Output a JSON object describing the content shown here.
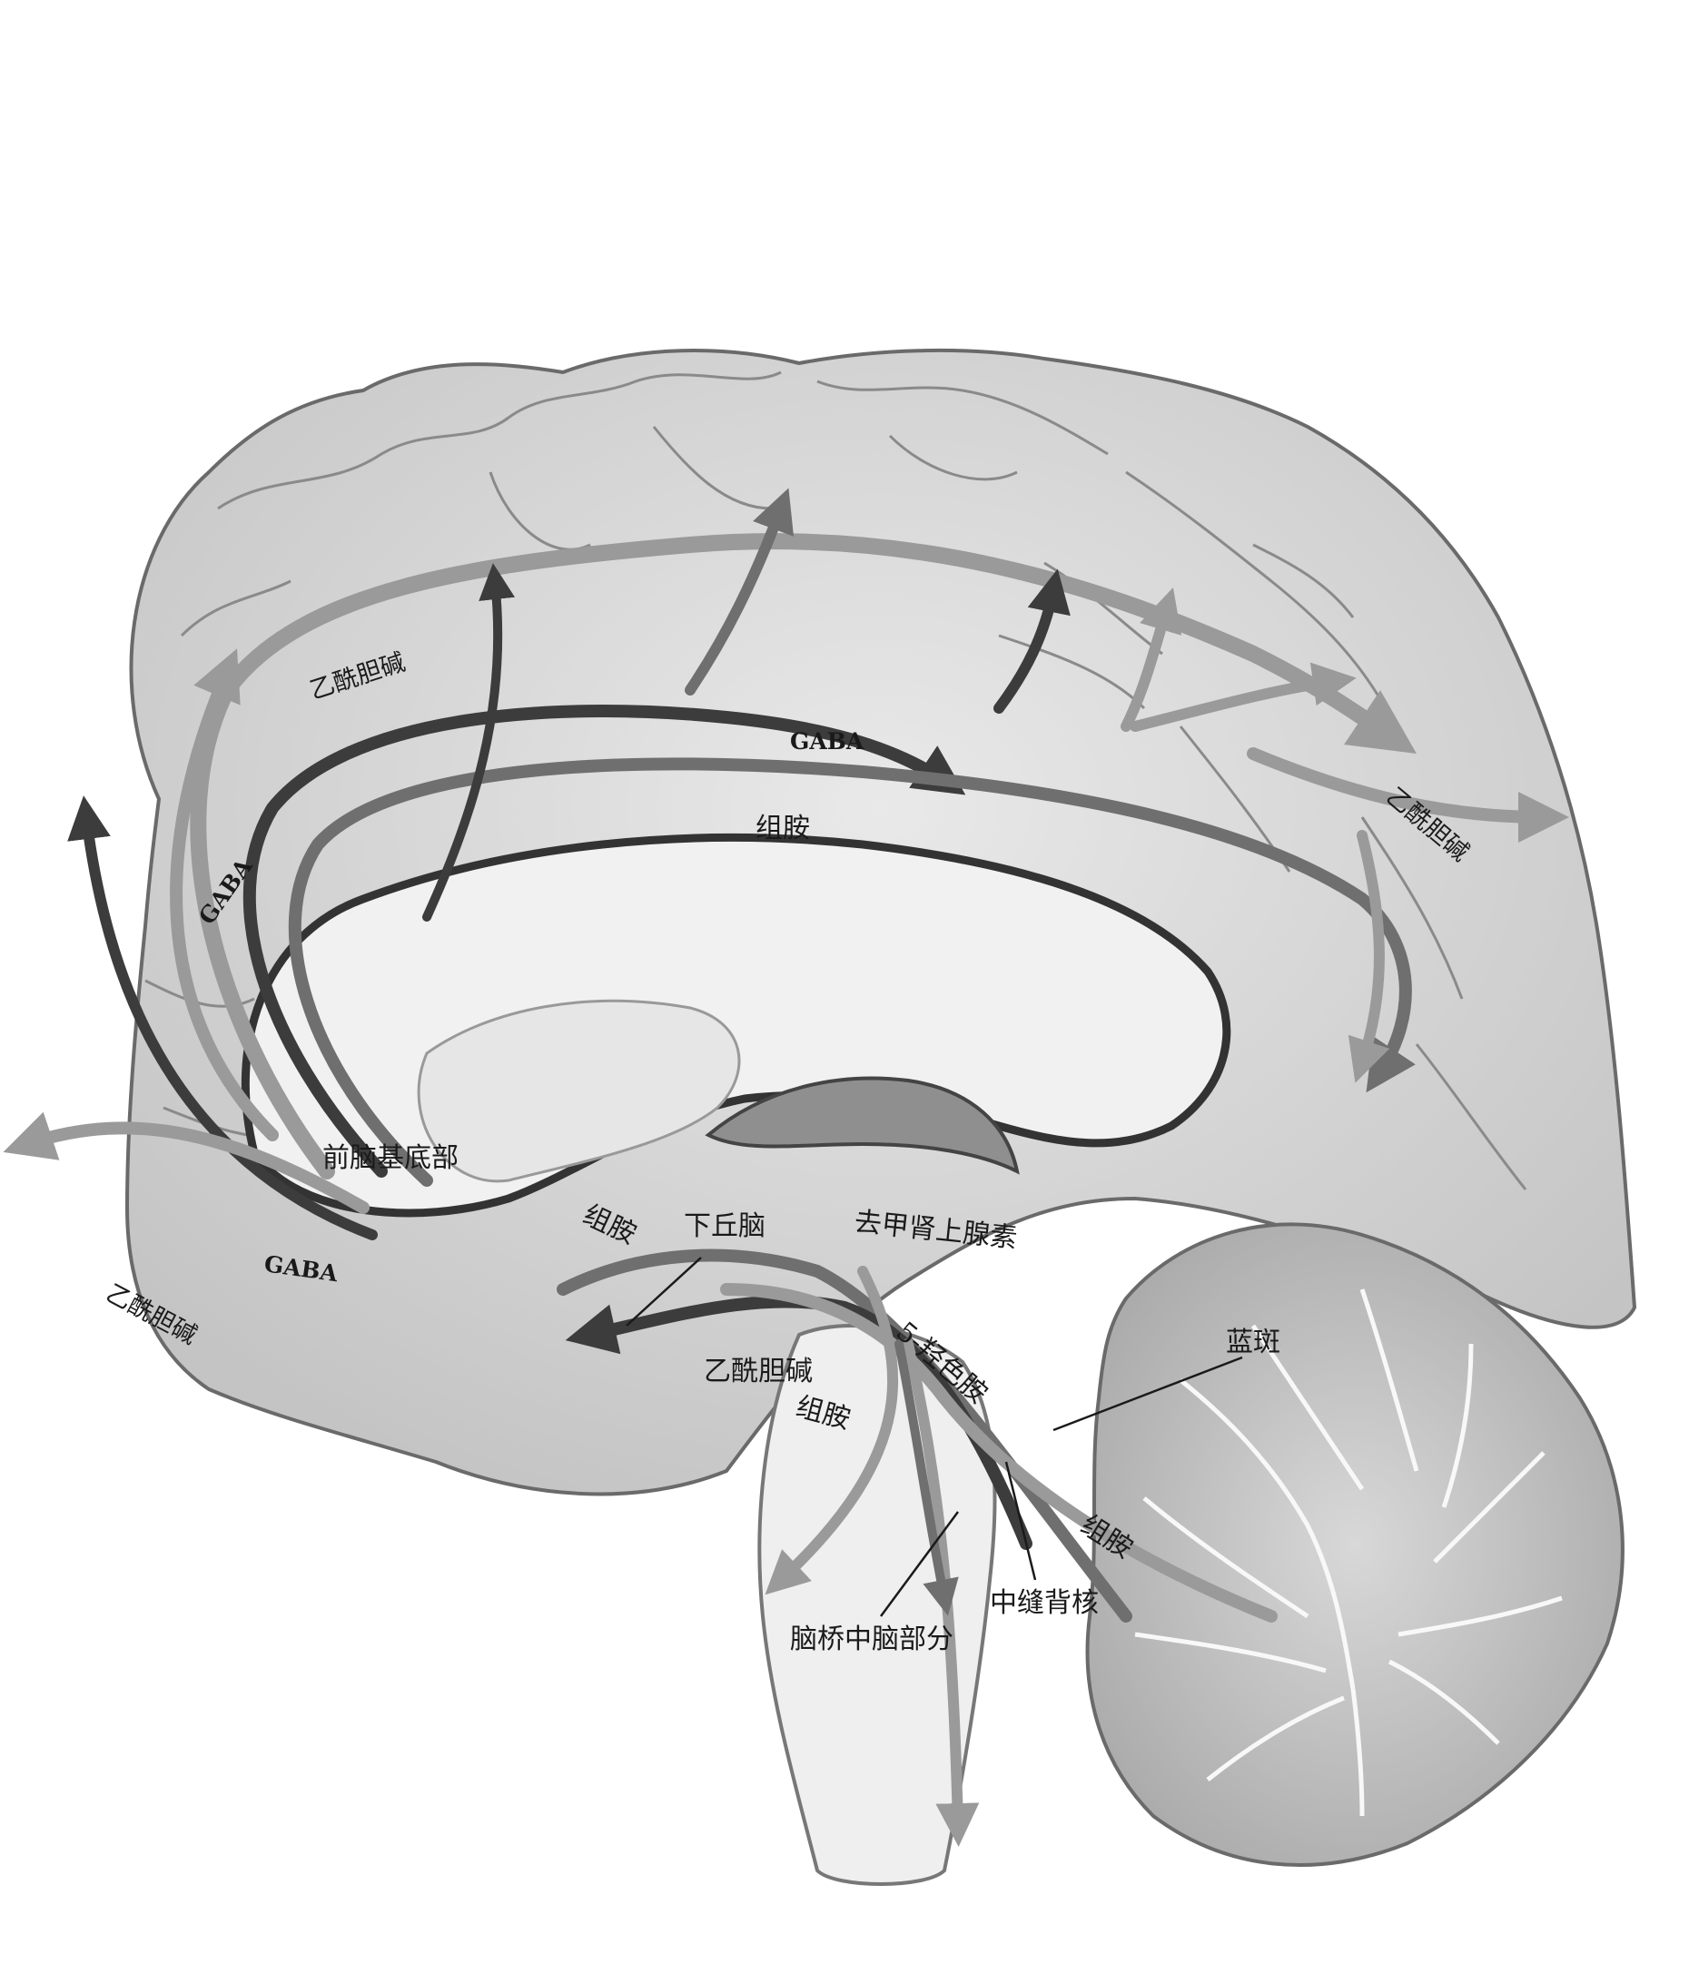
{
  "diagram": {
    "colors": {
      "background": "#ffffff",
      "brain_fill": "#dcdcdc",
      "brain_shadow": "#b9b9b9",
      "outline": "#6a6a6a",
      "pathway_dark": "#3c3c3c",
      "pathway_medium": "#6f6f6f",
      "pathway_light": "#9a9a9a"
    },
    "labels": {
      "ach_top_left": "乙酰胆碱",
      "gaba_top": "GABA",
      "histamine_top": "组胺",
      "ach_top_right": "乙酰胆碱",
      "gaba_left": "GABA",
      "basal_forebrain": "前脑基底部",
      "histamine_mid": "组胺",
      "hypothalamus": "下丘脑",
      "norepinephrine": "去甲肾上腺素",
      "gaba_bottom": "GABA",
      "ach_bottom_left": "乙酰胆碱",
      "serotonin": "5-羟色胺",
      "ach_mid": "乙酰胆碱",
      "histamine_low": "组胺",
      "locus_coeruleus": "蓝斑",
      "histamine_right": "组胺",
      "dorsal_raphe": "中缝背核",
      "pontomesencephalic": "脑桥中脑部分"
    }
  }
}
